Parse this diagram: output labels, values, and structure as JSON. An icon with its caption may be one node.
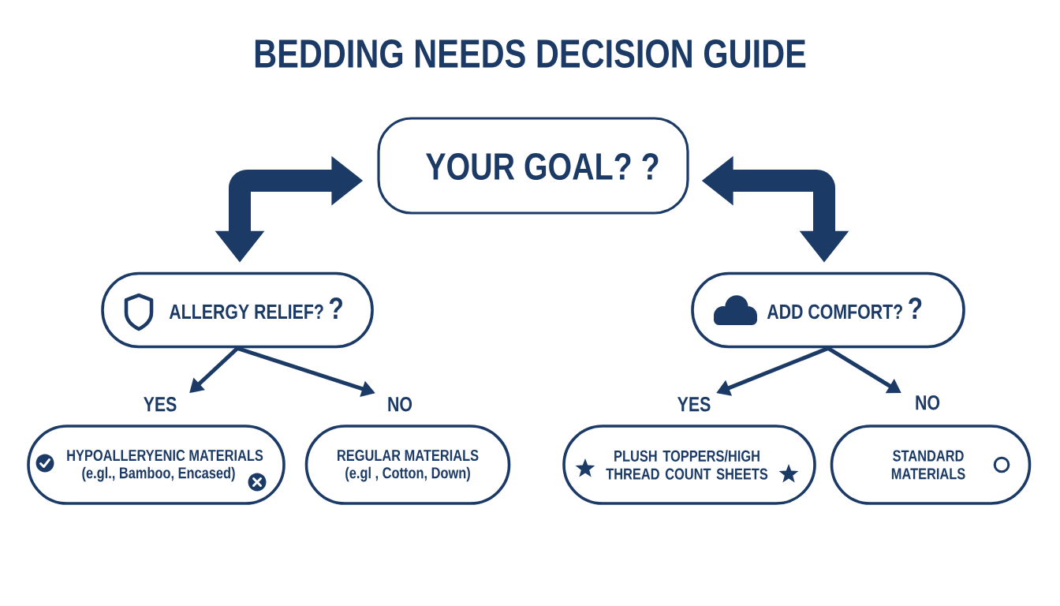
{
  "diagram": {
    "title": "BEDDING NEEDS DECISION GUIDE",
    "nodes": [
      {
        "text": [
          "YOUR GOAL? ?"
        ]
      },
      {
        "text": [
          "ALLERGY RELIEF?",
          "?"
        ]
      },
      {
        "text": [
          "ADD COMFORT?",
          "?"
        ]
      },
      {
        "text": [
          "HYPOALLERYENIC MATERIALS",
          "(e.gl., Bamboo, Encased)"
        ]
      },
      {
        "text": [
          "REGULAR MATERIALS",
          "(e.gl , Cotton, Down)"
        ]
      },
      {
        "text": [
          "PLUSH TOPPERS/HIGH THREAD COUNT SHEETS"
        ]
      },
      {
        "text": [
          "STANDARD MATERIALS"
        ]
      }
    ],
    "edges": [
      {
        "from": 0,
        "to": 1,
        "arrow": "both",
        "style": "thick"
      },
      {
        "from": 0,
        "to": 2,
        "arrow": "both",
        "style": "thick"
      },
      {
        "from": 1,
        "to": 3,
        "arrow": "to",
        "label": "YES"
      },
      {
        "from": 1,
        "to": 4,
        "arrow": "to",
        "label": "NO"
      },
      {
        "from": 2,
        "to": 5,
        "arrow": "to",
        "label": "YES"
      },
      {
        "from": 2,
        "to": 6,
        "arrow": "to",
        "label": "NO"
      }
    ]
  }
}
